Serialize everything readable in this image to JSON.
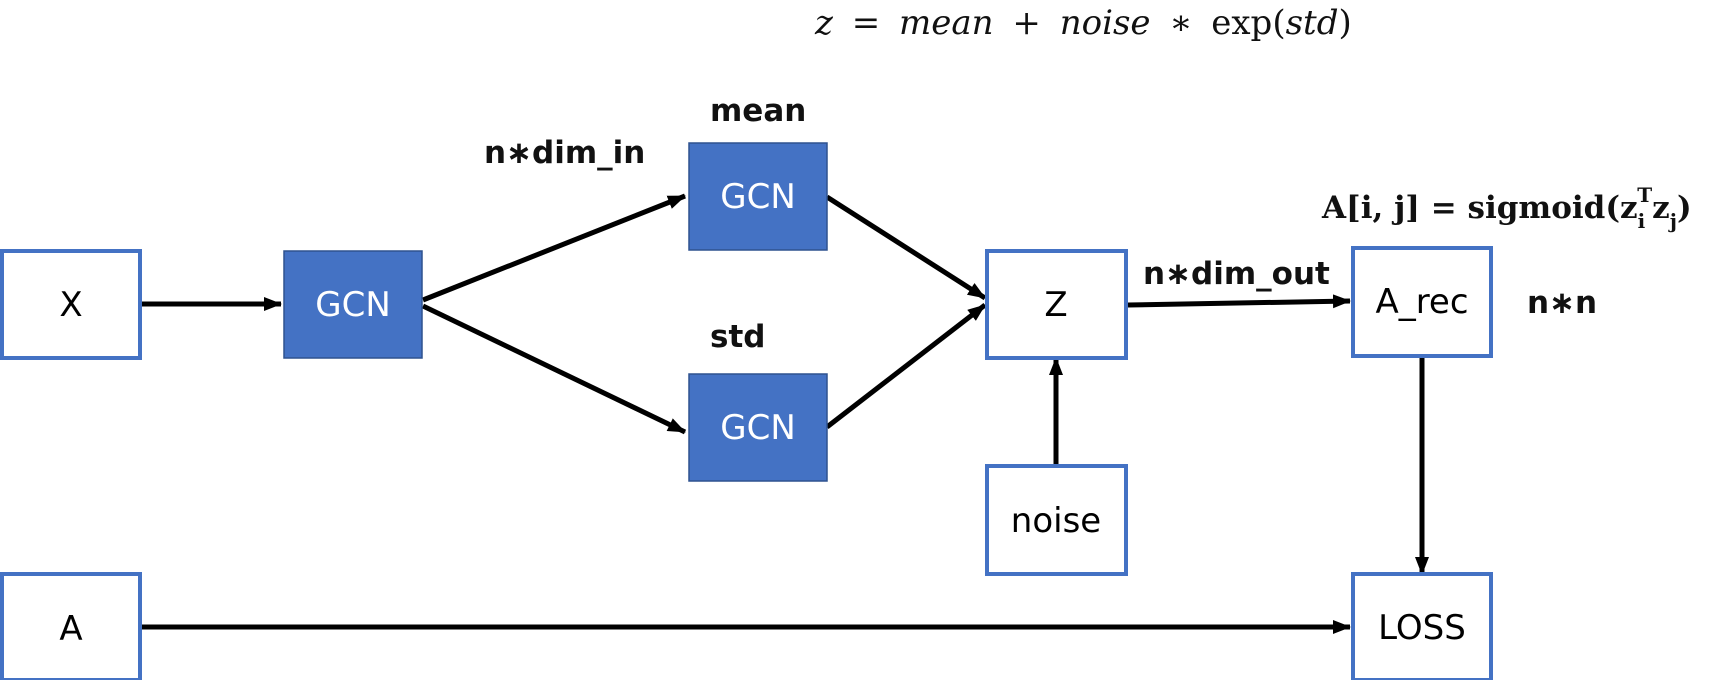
{
  "colors": {
    "filled_box": "#4472C4",
    "box_border": "#4472C4",
    "arrow": "#000000",
    "text_dark": "#000000",
    "text_light": "#ffffff"
  },
  "formula_top": {
    "z": "z",
    "eq": "=",
    "mean": "mean",
    "plus": "+",
    "noise": "noise",
    "times": "∗",
    "exp": "exp",
    "lparen": "(",
    "std": "std",
    "rparen": ")"
  },
  "formula_right": {
    "lhs": "A[i, j] = sigmoid(z",
    "sub_i": "i",
    "sup_T": "T",
    "mid": "z",
    "sub_j": "j",
    "end": ")"
  },
  "nodes": {
    "x": "X",
    "a": "A",
    "gcn_main": "GCN",
    "gcn_mean": "GCN",
    "gcn_std": "GCN",
    "z": "Z",
    "noise": "noise",
    "a_rec": "A_rec",
    "loss": "LOSS"
  },
  "labels": {
    "mean": "mean",
    "std": "std",
    "dim_in": "n∗dim_in",
    "dim_out": "n∗dim_out",
    "nn": "n∗n"
  }
}
